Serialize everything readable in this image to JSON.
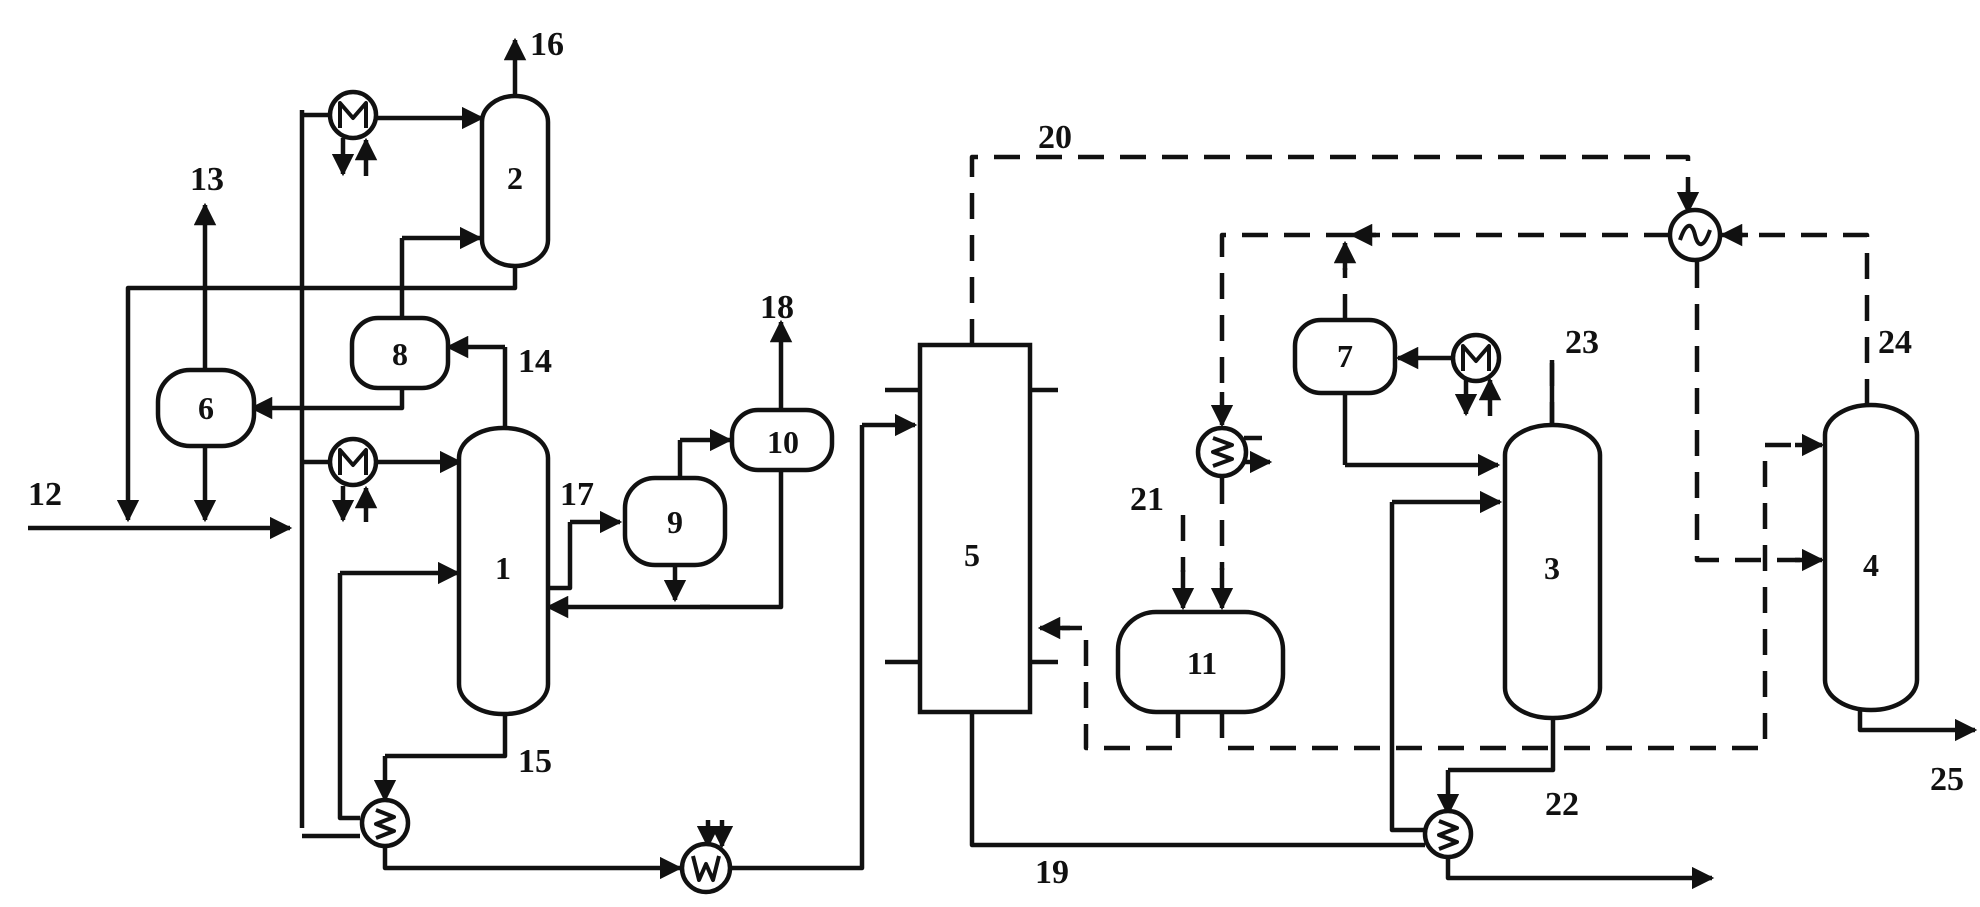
{
  "colors": {
    "line": "#111111",
    "background": "#ffffff"
  },
  "units": {
    "u1": "1",
    "u2": "2",
    "u3": "3",
    "u4": "4",
    "u5": "5",
    "u6": "6",
    "u7": "7",
    "u8": "8",
    "u9": "9",
    "u10": "10",
    "u11": "11"
  },
  "streams": {
    "s12": "12",
    "s13": "13",
    "s14": "14",
    "s15": "15",
    "s16": "16",
    "s17": "17",
    "s18": "18",
    "s19": "19",
    "s20": "20",
    "s21": "21",
    "s22": "22",
    "s23": "23",
    "s24": "24",
    "s25": "25"
  },
  "equipment_icons": {
    "cooler": "M-icon",
    "heat_exchanger": "exchanger-icon",
    "recuperator": "tilde-exchanger-icon"
  }
}
